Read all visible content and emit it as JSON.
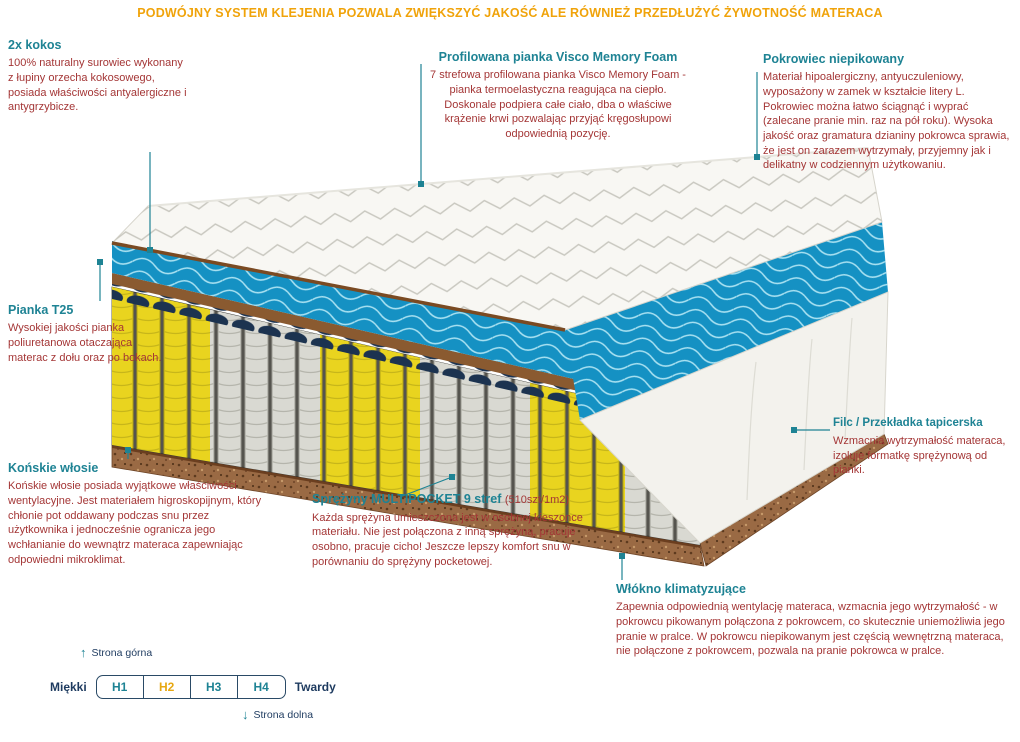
{
  "banner": {
    "text": "PODWÓJNY SYSTEM KLEJENIA POZWALA ZWIĘKSZYĆ JAKOŚĆ ALE RÓWNIEŻ PRZEDŁUŻYĆ ŻYWOTNOŚĆ MATERACA"
  },
  "annotations": {
    "kokos": {
      "title": "2x kokos",
      "body": "100% naturalny surowiec wykonany z łupiny orzecha kokosowego, posiada właściwości antyalergiczne i antygrzybicze."
    },
    "visco": {
      "title": "Profilowana pianka Visco Memory Foam",
      "body": "7 strefowa profilowana pianka Visco Memory Foam - pianka termoelastyczna reagująca na ciepło. Doskonale podpiera całe ciało, dba o właściwe krążenie krwi pozwalając przyjąć kręgosłupowi odpowiednią pozycję."
    },
    "pokrowiec": {
      "title": "Pokrowiec niepikowany",
      "body": "Materiał hipoalergiczny, antyuczuleniowy, wyposażony w zamek w kształcie litery L. Pokrowiec można łatwo ściągnąć i wyprać (zalecane pranie min. raz na pół roku). Wysoka jakość oraz gramatura dzianiny pokrowca sprawia, że jest on zarazem wytrzymały, przyjemny jak i delikatny w codziennym użytkowaniu."
    },
    "pianka": {
      "title": "Pianka T25",
      "body": "Wysokiej jakości pianka poliuretanowa otaczająca materac z dołu oraz po bokach."
    },
    "wlosie": {
      "title": "Końskie włosie",
      "body": "Końskie włosie posiada wyjątkowe właściwości wentylacyjne. Jest materiałem higroskopijnym, który chłonie pot oddawany podczas snu przez użytkownika i jednocześnie ogranicza jego wchłanianie do wewnątrz materaca zapewniając odpowiedni mikroklimat."
    },
    "sprezyny": {
      "title": "Sprężyny MULTIPOCKET 9 stref",
      "title_suffix": "(510szt/1m2)",
      "body": "Każda sprężyna umieszczona jest w osobnej kieszonce materiału. Nie jest połączona z inną sprężyną, pracuje osobno, pracuje cicho! Jeszcze lepszy komfort snu w porównaniu do sprężyny pocketowej."
    },
    "filc": {
      "title": "Filc / Przekładka tapicerska",
      "body": "Wzmacnia wytrzymałość materaca, izoluje formatkę sprężynową od pianki."
    },
    "wlokno": {
      "title": "Włókno klimatyzujące",
      "body": "Zapewnia odpowiednią wentylację materaca, wzmacnia jego wytrzymałość - w pokrowcu pikowanym połączona z pokrowcem, co skutecznie uniemożliwia jego pranie w pralce. W pokrowcu niepikowanym jest częścią wewnętrzną materaca, nie połączone z pokrowcem, pozwala na pranie pokrowca w pralce."
    }
  },
  "hardness_scale": {
    "top_label": "Strona górna",
    "bottom_label": "Strona dolna",
    "soft_label": "Miękki",
    "hard_label": "Twardy",
    "levels": [
      {
        "label": "H1"
      },
      {
        "label": "H2"
      },
      {
        "label": "H3"
      },
      {
        "label": "H4"
      }
    ],
    "selected": "H2"
  },
  "colors": {
    "banner_orange": "#f0a30a",
    "accent_teal": "#1e8394",
    "body_red": "#a43636",
    "navy_label": "#1d3a5f",
    "selected_level": "#e7a812",
    "layer_blue": "#1591c3",
    "spring_yellow": "#e9d41f"
  }
}
